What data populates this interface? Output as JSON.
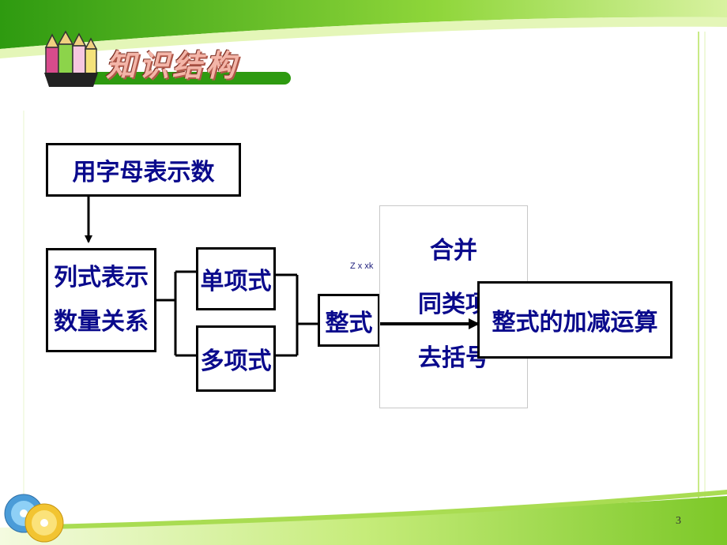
{
  "header": {
    "title": "知识结构"
  },
  "diagram": {
    "top_box": "用字母表示数",
    "left_box": {
      "line1": "列式表示",
      "line2": "数量关系"
    },
    "monomial": "单项式",
    "polynomial": "多项式",
    "integral": "整式",
    "merge_lines": [
      "合并",
      "同类项",
      "去括号"
    ],
    "result": "整式的加减运算",
    "note": "Z x xk"
  },
  "footer": {
    "page_number": "3"
  },
  "colors": {
    "accent_green": "#2e9a10",
    "light_green": "#b8e850",
    "text_blue": "#0a0a8c"
  }
}
